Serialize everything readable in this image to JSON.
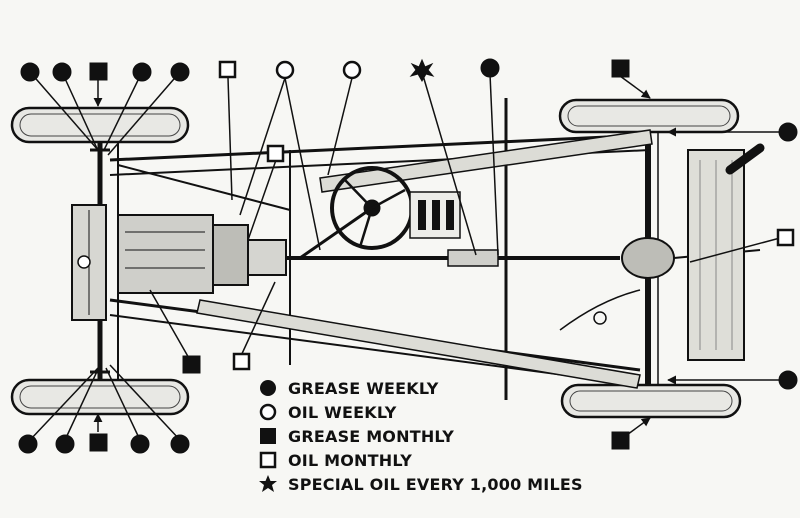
{
  "legend": {
    "items": [
      {
        "symbol": "filled-circle",
        "label": "GREASE WEEKLY"
      },
      {
        "symbol": "open-circle",
        "label": "OIL WEEKLY"
      },
      {
        "symbol": "filled-square",
        "label": "GREASE MONTHLY"
      },
      {
        "symbol": "open-square",
        "label": "OIL MONTHLY"
      },
      {
        "symbol": "star",
        "label": "SPECIAL OIL EVERY 1,000 MILES"
      }
    ]
  },
  "colors": {
    "ink": "#111111",
    "paper": "#f7f7f4"
  }
}
